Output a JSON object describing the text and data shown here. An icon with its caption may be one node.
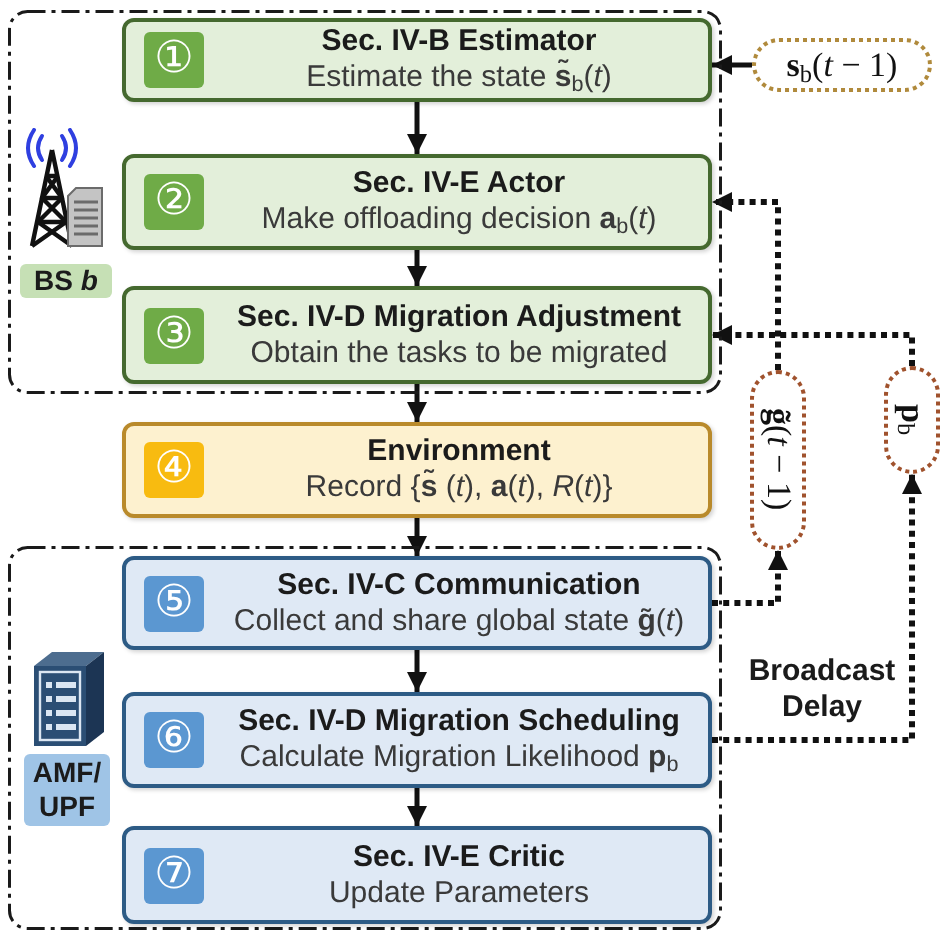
{
  "diagram": {
    "nodes": [
      {
        "text": [],
        "shape": "box"
      },
      {
        "text": [
          "①",
          "Sec. IV-B Estimator",
          "Estimate the state **s̃**$_{b}$(*t*)"
        ],
        "in": 0
      },
      {
        "text": [
          "②",
          "Sec. IV-E Actor",
          "Make offloading decision **a**$_{b}$(*t*)"
        ],
        "in": 0
      },
      {
        "text": [
          "③",
          "Sec. IV-D Migration Adjustment",
          "Obtain the tasks to be migrated"
        ],
        "in": 0
      },
      {
        "text": [
          "BS *b*"
        ],
        "in": 0
      },
      {
        "text": [
          "**s**$_{b}$(*t* − 1)"
        ]
      },
      {
        "text": [
          "④",
          "Environment",
          "Record {**s̃** (*t*), **a**(*t*), *R*(*t*)}"
        ]
      },
      {
        "text": [
          "**g̃**(*t* − 1)"
        ]
      },
      {
        "text": [
          "**p**$_{b}$"
        ]
      },
      {
        "text": [],
        "shape": "box"
      },
      {
        "text": [
          "⑤",
          "Sec. IV-C Communication",
          "Collect and share global state **g̃**(*t*)"
        ],
        "in": 9
      },
      {
        "text": [
          "⑥",
          "Sec. IV-D Migration Scheduling",
          "Calculate Migration Likelihood **p**$_{b}$"
        ],
        "in": 9
      },
      {
        "text": [
          "⑦",
          "Sec. IV-E Critic",
          "Update Parameters"
        ],
        "in": 9
      },
      {
        "text": [
          "AMF/ UPF"
        ],
        "in": 9
      }
    ],
    "edges": [
      {
        "from": 1,
        "to": 2,
        "arrow": "to"
      },
      {
        "from": 2,
        "to": 3,
        "arrow": "to"
      },
      {
        "from": 3,
        "to": 6,
        "arrow": "to"
      },
      {
        "from": 6,
        "to": 10,
        "arrow": "to"
      },
      {
        "from": 10,
        "to": 11,
        "arrow": "to"
      },
      {
        "from": 11,
        "to": 12,
        "arrow": "to"
      },
      {
        "from": 5,
        "to": 1,
        "arrow": "to"
      },
      {
        "from": 10,
        "to": 7,
        "arrow": "to",
        "style": "dashed"
      },
      {
        "from": 7,
        "to": 2,
        "arrow": "to",
        "style": "dashed"
      },
      {
        "from": 11,
        "to": 8,
        "arrow": "to",
        "style": "dashed"
      },
      {
        "from": 8,
        "to": 3,
        "arrow": "to",
        "style": "dashed"
      }
    ],
    "labels": [
      "Broadcast Delay"
    ]
  }
}
